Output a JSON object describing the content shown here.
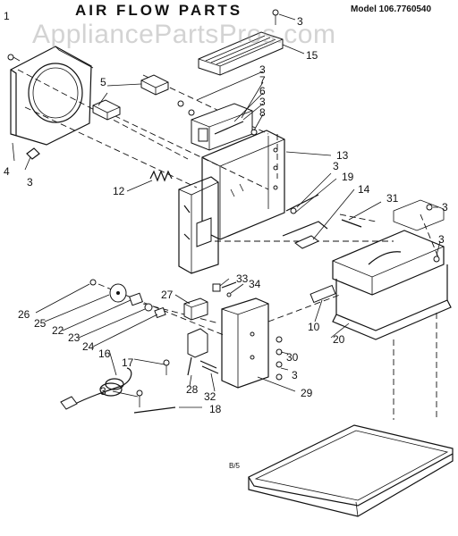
{
  "title": "AIR FLOW PARTS",
  "model": "Model 106.7760540",
  "watermark": "AppliancePartsPros.com",
  "part_labels": [
    "1",
    "3",
    "4",
    "5",
    "3",
    "7",
    "6",
    "3",
    "8",
    "15",
    "3",
    "13",
    "3",
    "19",
    "14",
    "31",
    "3",
    "3",
    "12",
    "33",
    "34",
    "27",
    "26",
    "25",
    "22",
    "23",
    "24",
    "10",
    "20",
    "16",
    "17",
    "28",
    "32",
    "3",
    "30",
    "29",
    "3",
    "18",
    "B/5"
  ]
}
